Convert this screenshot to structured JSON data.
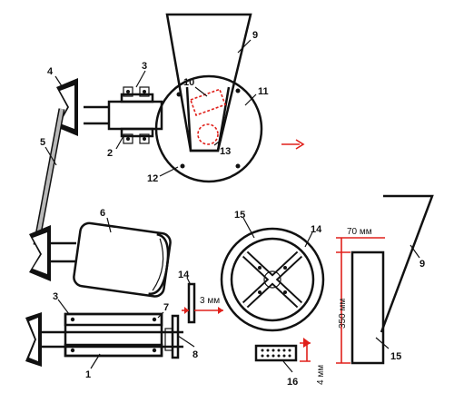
{
  "labels": {
    "hopper_top": "9",
    "bearing_top": "3",
    "pulley_top": "4",
    "part10": "10",
    "housing": "11",
    "shaft_housing": "2",
    "belt": "5",
    "part13": "13",
    "bolt12": "12",
    "motor": "6",
    "rotor": "15",
    "spoke": "14",
    "knife": "14",
    "bearing_bottom": "3",
    "nut7": "7",
    "part8": "8",
    "shaft_bottom": "1",
    "sieve": "16",
    "side_hopper": "9",
    "side_body": "15"
  },
  "dims": {
    "thickness": "3 мм",
    "gap": "70 мм",
    "height": "350 мм",
    "sieve_gap": "4 мм"
  },
  "colors": {
    "line": "#111111",
    "accent": "#e0201b",
    "belt": "#b9b9b9"
  }
}
